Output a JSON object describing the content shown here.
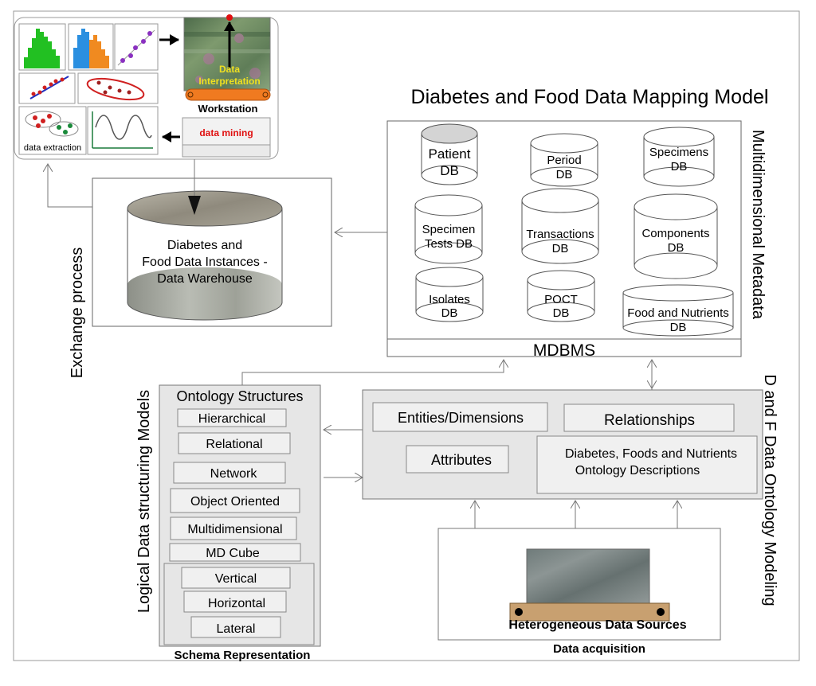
{
  "title": "Diabetes and Food Data Mapping Model",
  "side_labels": {
    "exchange_process": "Exchange process",
    "logical_models": "Logical Data structuring Models",
    "multidimensional_metadata": "Multidimensional Metadata",
    "ontology_modeling": "D and F Data Ontology Modeling"
  },
  "workstation": {
    "data_interpretation": [
      "Data",
      "Interpretation"
    ],
    "label": "Workstation",
    "data_mining": "data mining",
    "data_extraction": "data extraction"
  },
  "warehouse": {
    "lines": [
      "Diabetes and",
      "Food Data Instances -",
      "Data Warehouse"
    ]
  },
  "metadata": {
    "mdbms": "MDBMS",
    "databases": [
      {
        "id": "patient",
        "lines": [
          "Patient",
          "DB"
        ]
      },
      {
        "id": "period",
        "lines": [
          "Period",
          "DB"
        ]
      },
      {
        "id": "specimens",
        "lines": [
          "Specimens",
          "DB"
        ]
      },
      {
        "id": "specimen-tests",
        "lines": [
          "Specimen",
          "Tests DB"
        ]
      },
      {
        "id": "transactions",
        "lines": [
          "Transactions",
          "DB"
        ]
      },
      {
        "id": "components",
        "lines": [
          "Components",
          "DB"
        ]
      },
      {
        "id": "isolates",
        "lines": [
          "Isolates",
          "DB"
        ]
      },
      {
        "id": "poct",
        "lines": [
          "POCT",
          "DB"
        ]
      },
      {
        "id": "food-nutrients",
        "lines": [
          "Food and Nutrients",
          "DB"
        ]
      }
    ]
  },
  "ontology_structures": {
    "header": "Ontology Structures",
    "items": [
      "Hierarchical",
      "Relational",
      "Network",
      "Object Oriented",
      "Multidimensional",
      "MD Cube"
    ],
    "sub_items": [
      "Vertical",
      "Horizontal",
      "Lateral"
    ],
    "caption": "Schema Representation"
  },
  "ontology_modeling": {
    "entities": "Entities/Dimensions",
    "relationships": "Relationships",
    "attributes": "Attributes",
    "descriptions": [
      "Diabetes, Foods and Nutrients",
      "Ontology Descriptions"
    ]
  },
  "data_sources": {
    "label": "Heterogeneous Data Sources",
    "caption": "Data acquisition"
  }
}
